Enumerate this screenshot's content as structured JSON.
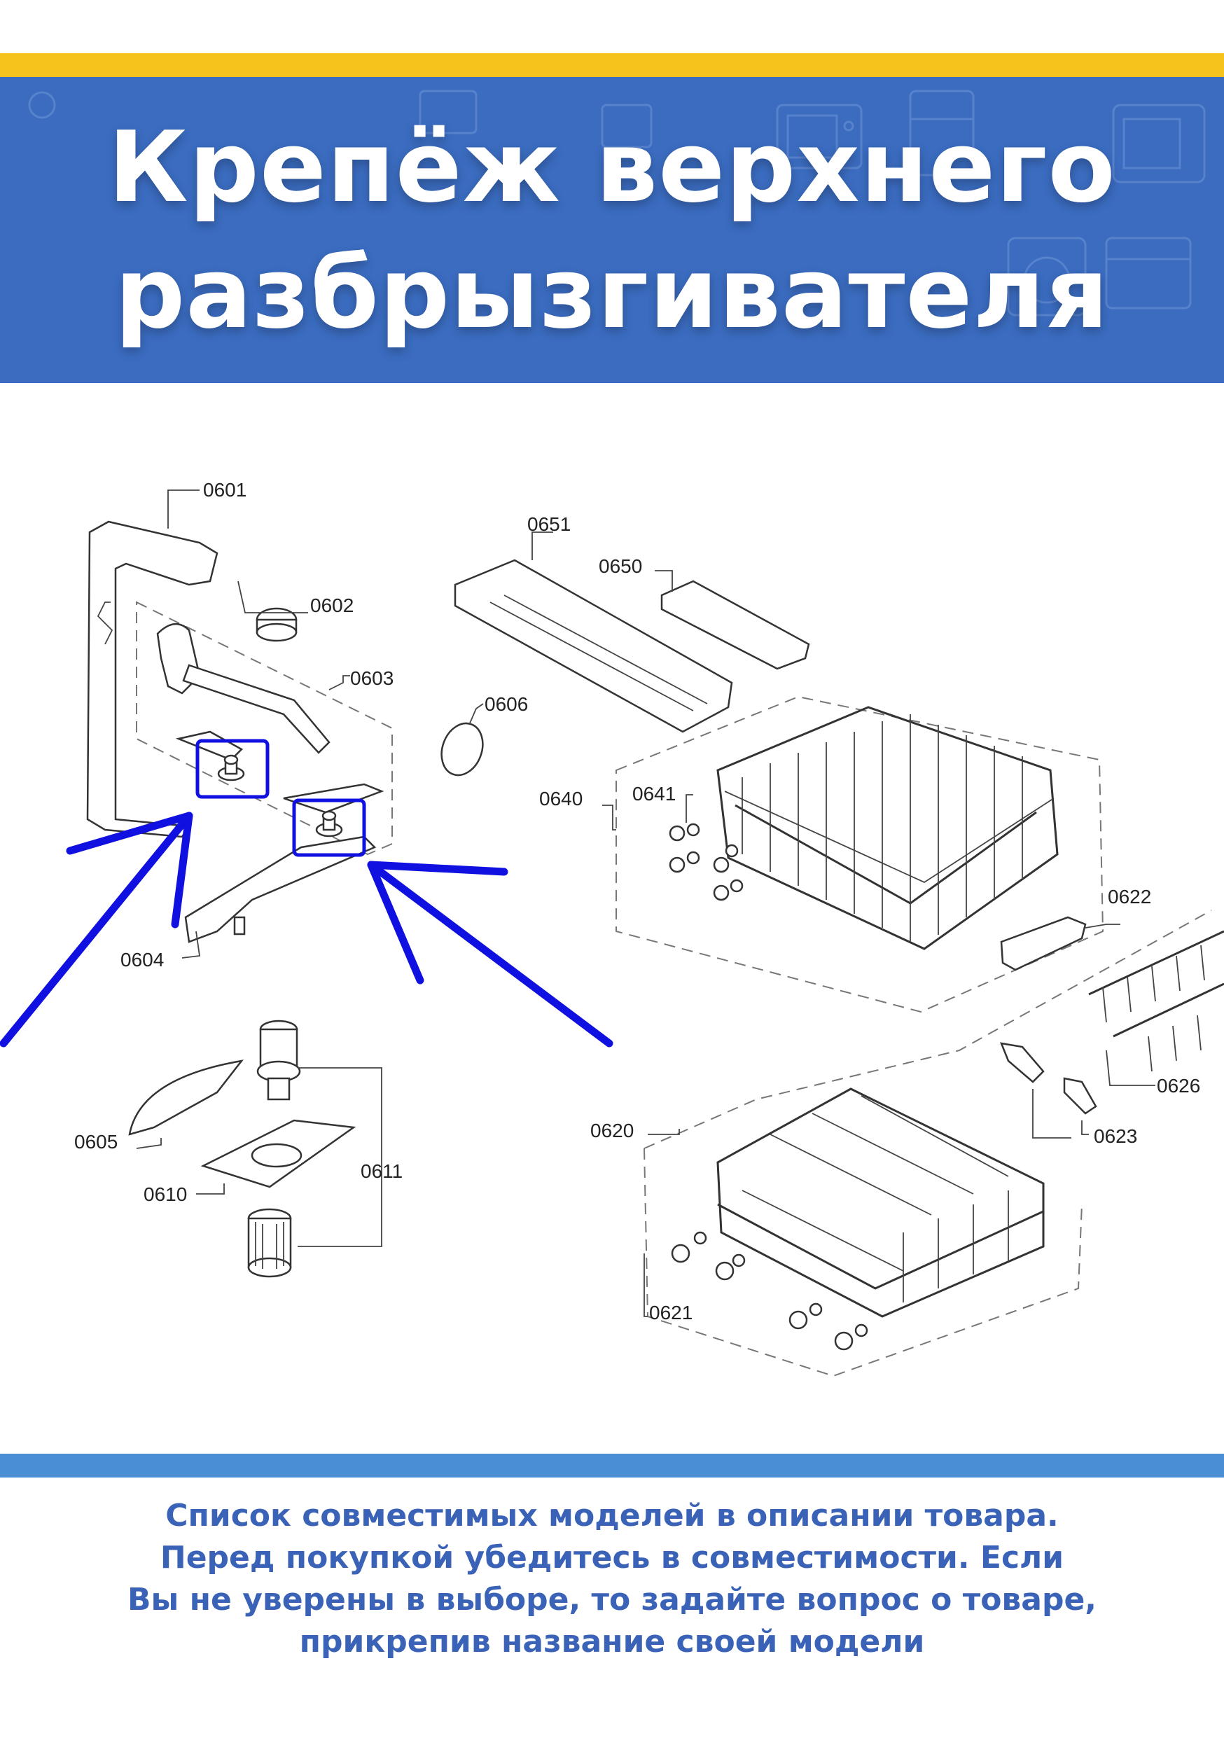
{
  "header": {
    "title_line1": "Крепёж верхнего",
    "title_line2": "разбрызгивателя",
    "accent_color": "#f6c21c",
    "banner_color": "#3b6cc0"
  },
  "diagram": {
    "part_labels": [
      "0601",
      "0602",
      "0603",
      "0604",
      "0605",
      "0606",
      "0610",
      "0611",
      "0620",
      "0621",
      "0622",
      "0623",
      "0626",
      "0640",
      "0641",
      "0650",
      "0651"
    ],
    "highlight_color": "#1010e0"
  },
  "footer": {
    "line1": "Список совместимых моделей в описании товара.",
    "line2": "Перед покупкой убедитесь в совместимости. Если",
    "line3": "Вы не уверены в выборе, то задайте вопрос о товаре,",
    "line4": "прикрепив название своей модели",
    "text_color": "#3a63b8"
  }
}
